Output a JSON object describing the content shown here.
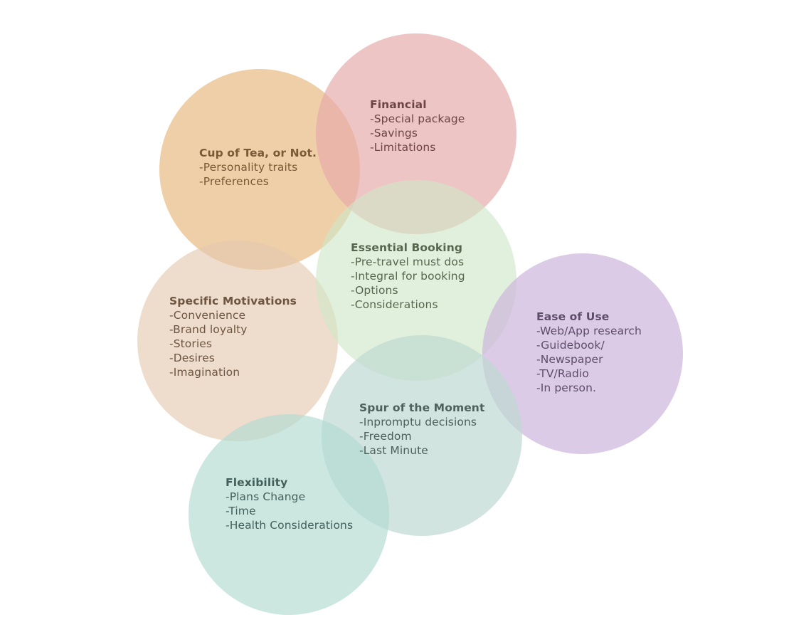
{
  "circles": [
    {
      "id": "cup-of-tea",
      "title": "Cup of Tea, or Not.",
      "lines": [
        "-Personality traits",
        "-Preferences"
      ],
      "fill": "#e8bc87",
      "opacity": 0.72,
      "text_color": "#7a5a35"
    },
    {
      "id": "financial",
      "title": "Financial",
      "lines": [
        "-Special package",
        "-Savings",
        "-Limitations"
      ],
      "fill": "#e6aaaa",
      "opacity": 0.68,
      "text_color": "#6e4444"
    },
    {
      "id": "essential-booking",
      "title": "Essential Booking",
      "lines": [
        "-Pre-travel must dos",
        "-Integral for booking",
        "-Options",
        "-Considerations"
      ],
      "fill": "#cfe6c6",
      "opacity": 0.62,
      "text_color": "#56664f"
    },
    {
      "id": "specific-motivations",
      "title": "Specific Motivations",
      "lines": [
        "-Convenience",
        "-Brand loyalty",
        "-Stories",
        "-Desires",
        "-Imagination"
      ],
      "fill": "#e4c8af",
      "opacity": 0.62,
      "text_color": "#6e5540"
    },
    {
      "id": "ease-of-use",
      "title": "Ease of Use",
      "lines": [
        "-Web/App research",
        "-Guidebook/",
        "-Newspaper",
        "-TV/Radio",
        "-In person."
      ],
      "fill": "#cdb5dc",
      "opacity": 0.7,
      "text_color": "#5e4c6a"
    },
    {
      "id": "spur-of-the-moment",
      "title": "Spur of the Moment",
      "lines": [
        "-Inpromptu decisions",
        "-Freedom",
        "-Last Minute"
      ],
      "fill": "#bfd8d2",
      "opacity": 0.7,
      "text_color": "#4d605c"
    },
    {
      "id": "flexibility",
      "title": "Flexibility",
      "lines": [
        "-Plans Change",
        "-Time",
        "-Health Considerations"
      ],
      "fill": "#b3dcd2",
      "opacity": 0.68,
      "text_color": "#44605a"
    }
  ]
}
